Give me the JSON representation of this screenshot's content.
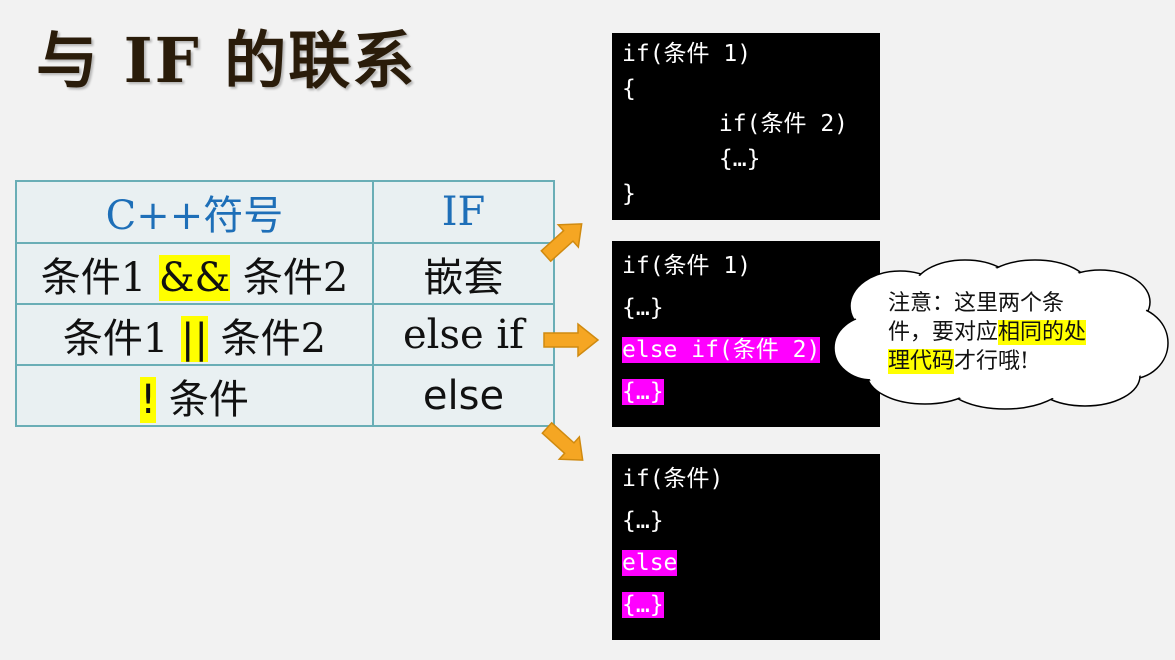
{
  "title": "与 IF 的联系",
  "table": {
    "headers": [
      "C++符号",
      "IF"
    ],
    "rows": [
      {
        "pre": "条件1 ",
        "op": "&&",
        "post": " 条件2",
        "if": "嵌套"
      },
      {
        "pre": "条件1 ",
        "op": "||",
        "post": " 条件2",
        "if": "else if"
      },
      {
        "pre": "",
        "op": "!",
        "post": " 条件",
        "if": "else"
      }
    ]
  },
  "code_blocks": [
    {
      "lines": [
        "if(条件 1)",
        "{",
        "       if(条件 2)",
        "       {…}",
        "}"
      ]
    },
    {
      "lines": [
        "if(条件 1)",
        "{…}",
        "else if(条件 2)",
        "{…}"
      ]
    },
    {
      "lines": [
        "if(条件)",
        "{…}",
        "else",
        "{…}"
      ]
    }
  ],
  "note": {
    "part1": "注意：这里两个条件，要对应",
    "highlight": "相同的处理代码",
    "part2": "才行哦!"
  },
  "colors": {
    "header_text": "#1e6fb8",
    "highlight_yellow": "#ffff00",
    "highlight_magenta": "#ff00ff",
    "arrow_fill": "#f5a623",
    "table_border": "#6aaeb6"
  }
}
